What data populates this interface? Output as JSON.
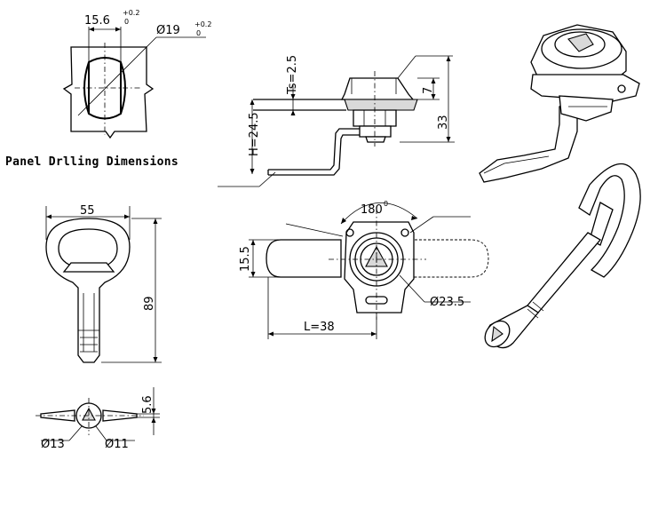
{
  "caption": "Panel Drlling Dimensions",
  "dims": {
    "slot_width": "15.6",
    "slot_tol_upper": "+0.2",
    "slot_tol_lower": "0",
    "hole_dia": "Ø19",
    "hole_tol_upper": "+0.2",
    "hole_tol_lower": "0",
    "ts": "Ts=2.5",
    "height_h": "H=24.5",
    "dim_7": "7",
    "dim_33": "33",
    "key_width": "55",
    "key_length": "89",
    "angle": "180",
    "angle_deg": "0",
    "cam_width": "15.5",
    "cam_length": "L=38",
    "body_dia": "Ø23.5",
    "tri_height": "5.6",
    "outer_dia": "Ø13",
    "inner_dia": "Ø11"
  }
}
